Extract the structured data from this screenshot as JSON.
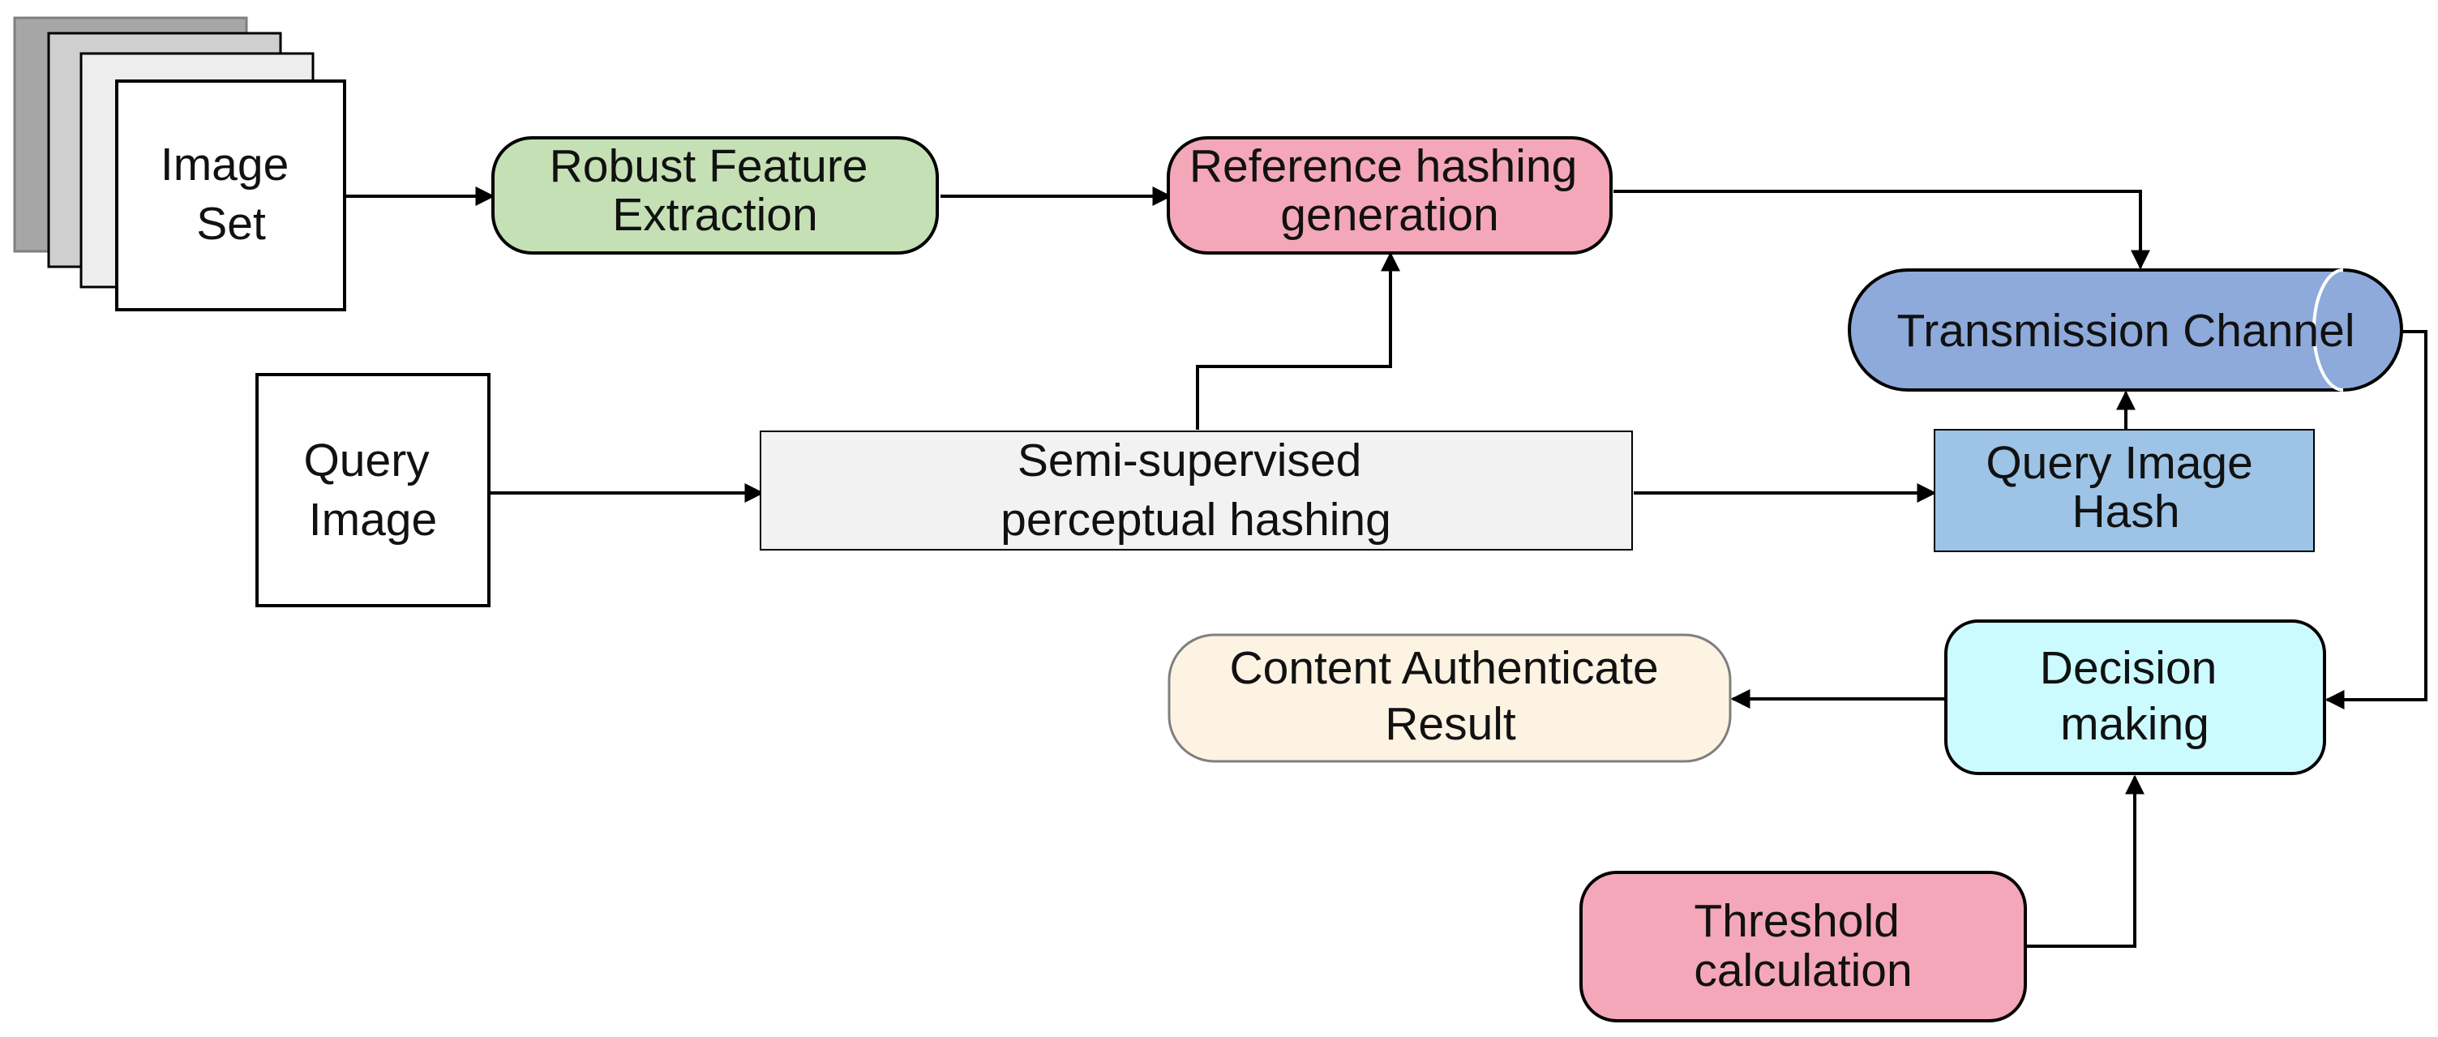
{
  "nodes": {
    "image_set": {
      "lines": [
        "Image",
        "Set"
      ]
    },
    "feature_extract": {
      "lines": [
        "Robust Feature",
        "Extraction"
      ]
    },
    "ref_hashing": {
      "lines": [
        "Reference hashing",
        "generation"
      ]
    },
    "channel": {
      "lines": [
        "Transmission Channel"
      ]
    },
    "query_image": {
      "lines": [
        "Query",
        "Image"
      ]
    },
    "semi_supervised": {
      "lines": [
        "Semi-supervised",
        "perceptual hashing"
      ]
    },
    "query_hash": {
      "lines": [
        "Query Image",
        "Hash"
      ]
    },
    "result": {
      "lines": [
        "Content Authenticate",
        "Result"
      ]
    },
    "decision": {
      "lines": [
        "Decision",
        "making"
      ]
    },
    "threshold": {
      "lines": [
        "Threshold",
        "calculation"
      ]
    }
  },
  "colors": {
    "feature_extract": "#c5e0b4",
    "ref_hashing": "#f4a7b9",
    "channel": "#8eaadb",
    "semi_supervised": "#f2f2f2",
    "query_hash": "#9dc3e6",
    "result": "#fdf3e3",
    "decision": "#ccfbff",
    "threshold": "#f4a7b9",
    "stack_back": "#a6a6a6",
    "stack_mid": "#cfcfcf",
    "stack_front": "#ededed"
  }
}
